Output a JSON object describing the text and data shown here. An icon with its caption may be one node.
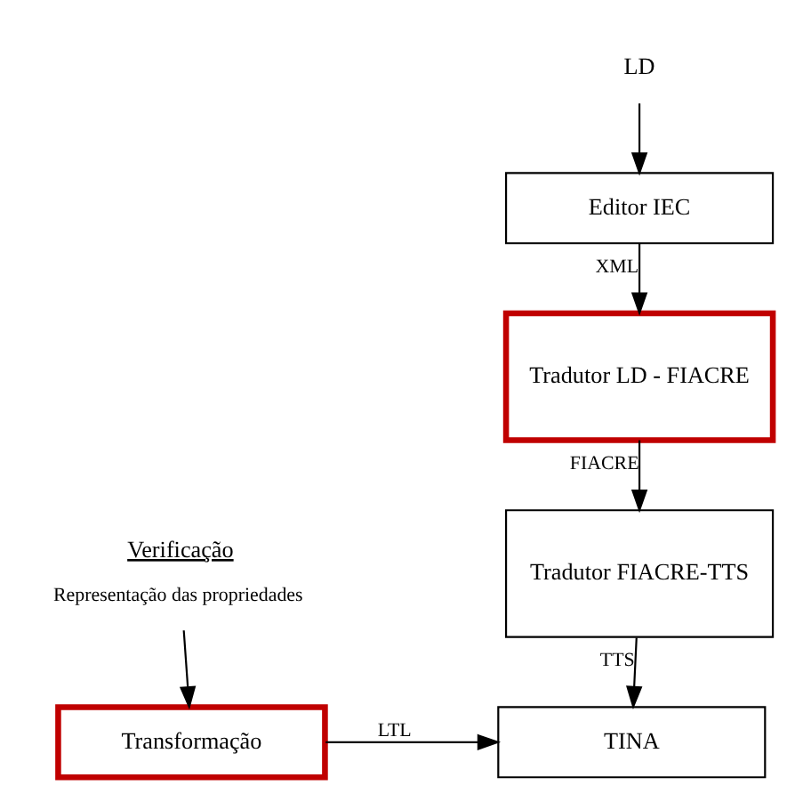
{
  "diagram": {
    "nodes": [
      {
        "text": [
          "LD"
        ]
      },
      {
        "text": [
          "Editor IEC"
        ]
      },
      {
        "text": [
          "Tradutor LD - FIACRE"
        ]
      },
      {
        "text": [
          "Tradutor FIACRE-TTS"
        ]
      },
      {
        "text": [
          "TINA"
        ]
      },
      {
        "text": [
          "Verificação",
          "Representação das propriedades"
        ]
      },
      {
        "text": [
          "Transformação"
        ]
      }
    ],
    "edges": [
      {
        "from": 0,
        "to": 1,
        "arrow": "to"
      },
      {
        "from": 1,
        "to": 2,
        "arrow": "to",
        "label": "XML"
      },
      {
        "from": 2,
        "to": 3,
        "arrow": "to",
        "label": "FIACRE"
      },
      {
        "from": 3,
        "to": 4,
        "arrow": "to",
        "label": "TTS"
      },
      {
        "from": 5,
        "to": 6,
        "arrow": "to"
      },
      {
        "from": 6,
        "to": 4,
        "arrow": "to",
        "label": "LTL"
      }
    ]
  }
}
